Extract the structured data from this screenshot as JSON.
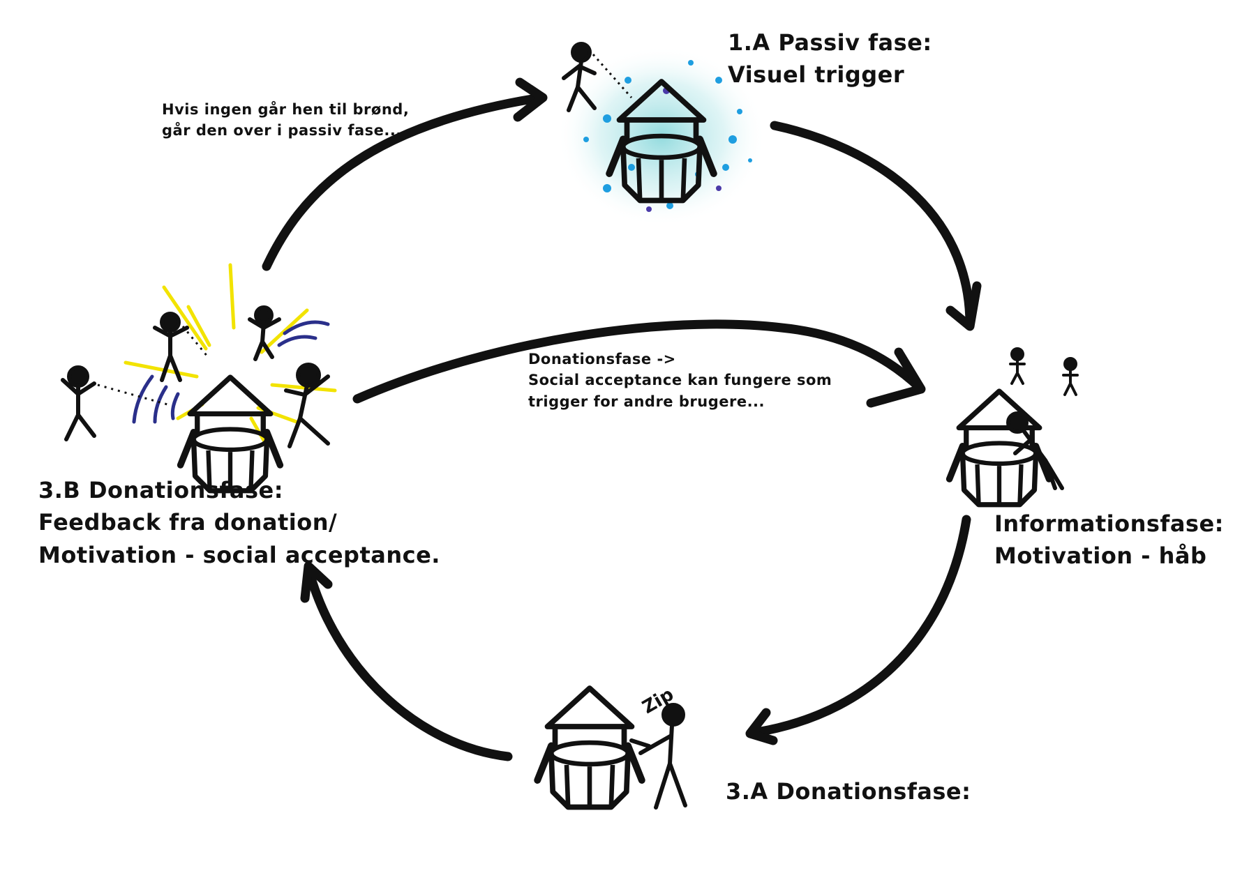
{
  "phases": {
    "passive": {
      "line1": "1.A Passiv fase:",
      "line2": "Visuel trigger"
    },
    "information": {
      "line1": "Informationsfase:",
      "line2": "Motivation - håb"
    },
    "donation_a": {
      "line1": "3.A Donationsfase:"
    },
    "donation_b": {
      "line1": "3.B Donationsfase:",
      "line2": "Feedback fra donation/",
      "line3": "Motivation - social acceptance."
    }
  },
  "notes": {
    "passive_note": {
      "line1": "Hvis ingen går hen til brønd,",
      "line2": "går den over i passiv fase..."
    },
    "social_note": {
      "line1": "Donationsfase ->",
      "line2": "Social acceptance kan fungere som",
      "line3": "trigger for andre brugere..."
    }
  },
  "sound_effect": "Zip",
  "colors": {
    "ink": "#111111",
    "glow": "#7fd4d8",
    "sparkle": "#1e9ee0",
    "burst": "#f2e300",
    "wave": "#2a2f8a"
  }
}
